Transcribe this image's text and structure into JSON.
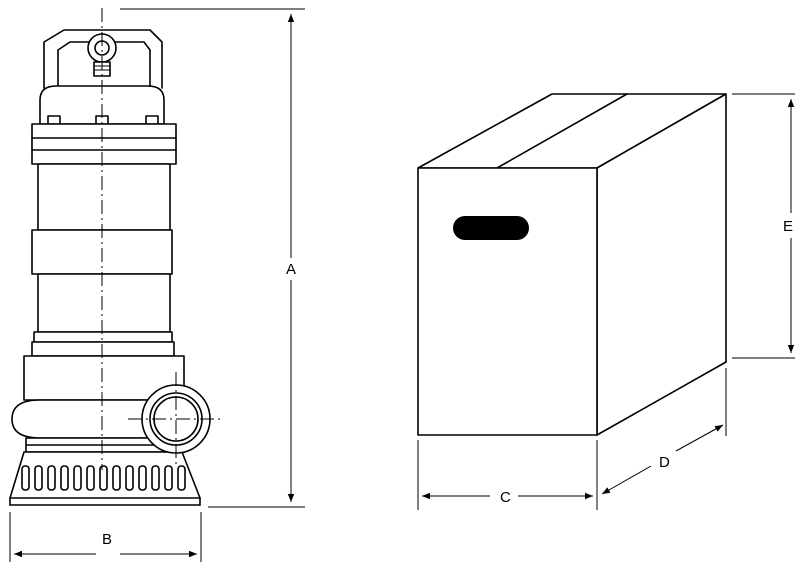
{
  "labels": {
    "A": "A",
    "B": "B",
    "C": "C",
    "D": "D",
    "E": "E"
  }
}
